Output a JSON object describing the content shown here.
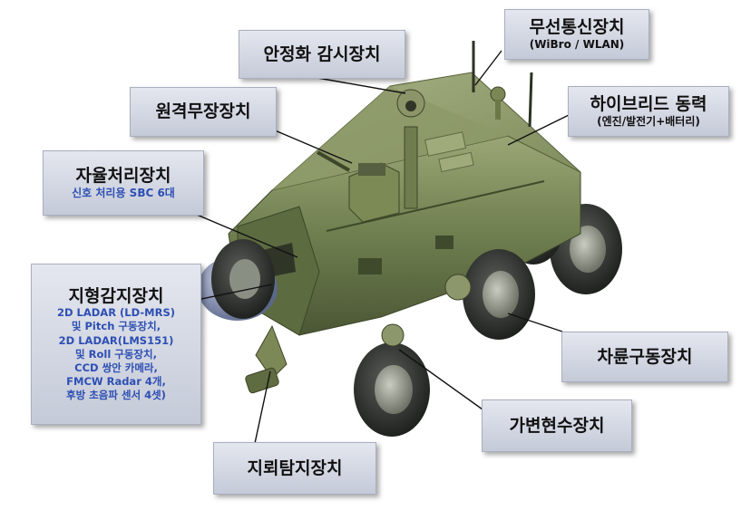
{
  "labels": {
    "stabilized_surveillance": "안정화 감시장치",
    "wireless": "무선통신장치",
    "wireless_sub": "(WiBro / WLAN)",
    "remote_weapon": "원격무장장치",
    "hybrid": "하이브리드 동력",
    "hybrid_sub": "(엔진/발전기+배터리)",
    "autonomous": "자율처리장치",
    "autonomous_sub": "신호 처리용 SBC 6대",
    "terrain": "지형감지장치",
    "terrain_details": [
      "2D LADAR (LD-MRS)",
      "및 Pitch 구동장치,",
      "2D LADAR(LMS151)",
      "및 Roll 구동장치,",
      "CCD 쌍안 카메라,",
      "FMCW Radar 4개,",
      "후방 초음파 센서 4셋)"
    ],
    "wheel_drive": "차륜구동장치",
    "variable_suspension": "가변현수장치",
    "mine_detection": "지뢰탐지장치"
  },
  "colors": {
    "body": "#6b7a4c",
    "body_dark": "#4a5634",
    "body_light": "#93a06e",
    "tire": "#2a2d2a",
    "label_text_blue": "#2d4fb3"
  }
}
